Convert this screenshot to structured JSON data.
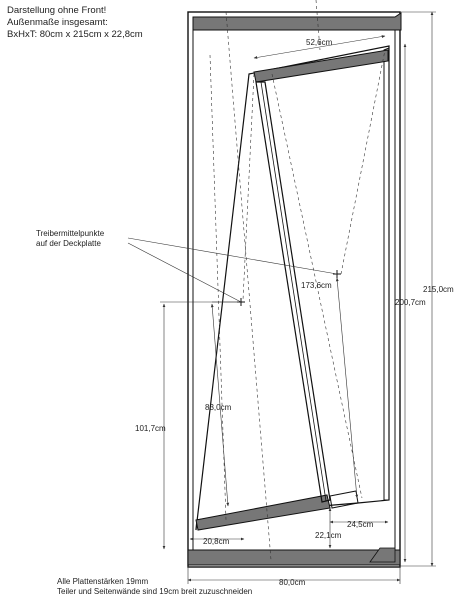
{
  "header_note": {
    "line1": "Darstellung ohne Front!",
    "line2": "Außenmaße insgesamt:",
    "line3": "BxHxT: 80cm x 215cm x 22,8cm"
  },
  "driver_note": {
    "line1": "Treibermittelpunkte",
    "line2": "auf der Deckplatte"
  },
  "dimensions": {
    "top_partition": "52,6cm",
    "driver_upper": "173,6cm",
    "driver_lower": "83,0cm",
    "left_height": "101,7cm",
    "inner_height": "200,7cm",
    "total_height": "215,0cm",
    "bottom_left": "20,8cm",
    "bottom_right": "24,5cm",
    "bottom_gap": "22,1cm",
    "total_width": "80,0cm"
  },
  "footer_note": {
    "line1": "Alle Plattenstärken 19mm",
    "line2": "Teiler und Seitenwände sind 19cm breit zuzuschneiden"
  }
}
